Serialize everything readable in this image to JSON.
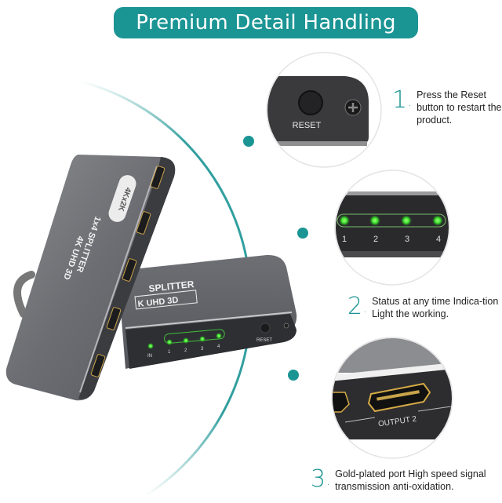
{
  "banner": {
    "title": "Premium Detail Handling"
  },
  "accent_color": "#1b9494",
  "device": {
    "badge": "4Kx2K",
    "model_line1": "1x4 SPLITTER",
    "model_line2": "4K UHD 3D",
    "ports": [
      "INPUT",
      "OUTPUT 1",
      "OUTPUT 2",
      "OUTPUT 3",
      "OUTPUT 4"
    ],
    "front_panel": {
      "in_label": "IN",
      "led_labels": [
        "1",
        "2",
        "3",
        "4"
      ],
      "reset_label": "RESET",
      "back_line1": "SPLITTER",
      "back_line2": "K UHD 3D"
    }
  },
  "details": [
    {
      "zoom_label": "RESET",
      "number": "1",
      "text": "Press the Reset button to restart the product."
    },
    {
      "zoom_leds": [
        "1",
        "2",
        "3",
        "4"
      ],
      "number": "2",
      "text": "Status at any time Indica-tion Light the working."
    },
    {
      "zoom_label": "OUTPUT 2",
      "number": "3",
      "text": "Gold-plated port High speed signal transmission anti-oxidation."
    }
  ]
}
